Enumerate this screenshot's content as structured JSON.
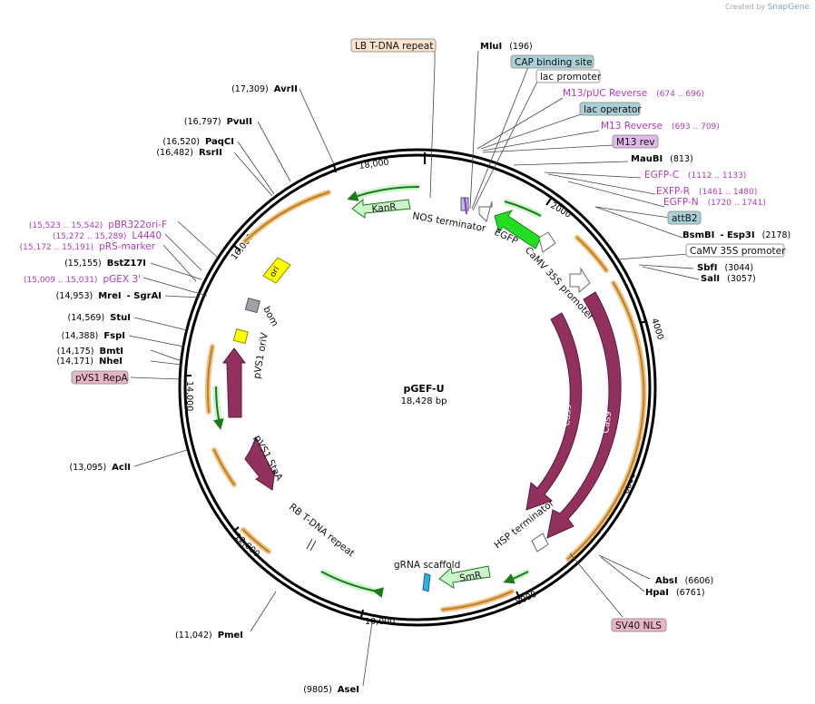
{
  "app": {
    "created_by": "Created by",
    "brand": "SnapGene"
  },
  "plasmid": {
    "name": "pGEF-U",
    "size": "18,428 bp"
  },
  "ticks": [
    "2000",
    "4000",
    "6000",
    "8000",
    "10,000",
    "12,000",
    "14,000",
    "16,000",
    "18,000"
  ],
  "enzymes_right": [
    {
      "name": "MluI",
      "pos": "(196)"
    },
    {
      "name": "MauBI",
      "pos": "(813)"
    },
    {
      "name": "BsmBI",
      "name2": "- Esp3I",
      "pos": "(2178)"
    },
    {
      "name": "SbfI",
      "pos": "(3044)"
    },
    {
      "name": "SalI",
      "pos": "(3057)"
    },
    {
      "name": "AbsI",
      "pos": "(6606)"
    },
    {
      "name": "HpaI",
      "pos": "(6761)"
    }
  ],
  "enzymes_left": [
    {
      "name": "AvrII",
      "pos": "(17,309)"
    },
    {
      "name": "PvuII",
      "pos": "(16,797)"
    },
    {
      "name": "PaqCI",
      "pos": "(16,520)"
    },
    {
      "name": "RsrII",
      "pos": "(16,482)"
    },
    {
      "name": "BstZ17I",
      "pos": "(15,155)"
    },
    {
      "name": "MreI",
      "name2": "- SgrAI",
      "pos": "(14,953)"
    },
    {
      "name": "StuI",
      "pos": "(14,569)"
    },
    {
      "name": "FspI",
      "pos": "(14,388)"
    },
    {
      "name": "BmtI",
      "pos": "(14,175)"
    },
    {
      "name": "NheI",
      "pos": "(14,171)"
    },
    {
      "name": "AclI",
      "pos": "(13,095)"
    },
    {
      "name": "PmeI",
      "pos": "(11,042)"
    },
    {
      "name": "AseI",
      "pos": "(9805)"
    }
  ],
  "primers": [
    {
      "name": "M13/pUC Reverse",
      "range": "(674 .. 696)"
    },
    {
      "name": "M13 Reverse",
      "range": "(693 .. 709)"
    },
    {
      "name": "EGFP-C",
      "range": "(1112 .. 1133)"
    },
    {
      "name": "EXFP-R",
      "range": "(1461 .. 1480)"
    },
    {
      "name": "EGFP-N",
      "range": "(1720 .. 1741)"
    },
    {
      "name": "pBR322ori-F",
      "range": "(15,523 .. 15,542)"
    },
    {
      "name": "L4440",
      "range": "(15,272 .. 15,289)"
    },
    {
      "name": "pRS-marker",
      "range": "(15,172 .. 15,191)"
    },
    {
      "name": "pGEX 3'",
      "range": "(15,009 .. 15,031)"
    }
  ],
  "boxed": [
    {
      "text": "LB T-DNA repeat",
      "fill": "#fbe3cc"
    },
    {
      "text": "CAP binding site",
      "fill": "#a9d0d8"
    },
    {
      "text": "lac promoter",
      "fill": "#ffffff"
    },
    {
      "text": "lac operator",
      "fill": "#a9d0d8"
    },
    {
      "text": "M13 rev",
      "fill": "#e0b8ea"
    },
    {
      "text": "attB2",
      "fill": "#a9d0d8"
    },
    {
      "text": "CaMV 35S promoter",
      "fill": "#ffffff"
    },
    {
      "text": "pVS1 RepA",
      "fill": "#e8b5c4"
    },
    {
      "text": "SV40 NLS",
      "fill": "#e8b5c4"
    }
  ],
  "features": {
    "nos": "NOS terminator",
    "egfp": "EGFP",
    "camv": "CaMV 35S promoter",
    "kanr": "KanR",
    "ori": "ori",
    "bom": "bom",
    "pvs1_oriv": "pVS1 oriV",
    "pvs1_sta": "pVS1 StaA",
    "rb": "RB T-DNA repeat",
    "grna": "gRNA scaffold",
    "smr": "SmR",
    "hsp": "HSP terminator",
    "cas9_inner": "Cas9",
    "cas9_outer": "Cas9"
  },
  "colors": {
    "cds": "#923060",
    "gfp": "#22dd22",
    "marker": "#ccf5cc",
    "primer": "#b13ab8",
    "orange": "#f0c080",
    "ori_yellow": "#ffff00",
    "bom": "#a0a0a8",
    "grna": "#30b0e0"
  }
}
